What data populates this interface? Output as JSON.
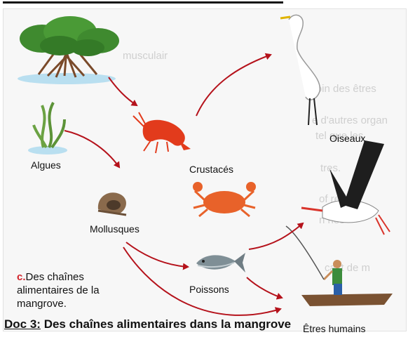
{
  "caption": {
    "letter": "c.",
    "text": "Des chaînes alimentaires de la mangrove."
  },
  "document_title": {
    "label": "Doc 3:",
    "text": " Des chaînes alimentaires dans la mangrove"
  },
  "organisms": {
    "mangrove": "",
    "algues": "Algues",
    "crustaces": "Crustacés",
    "mollusques": "Mollusques",
    "poissons": "Poissons",
    "oiseaux": "Oiseaux",
    "etres_humains": "Êtres humains"
  },
  "colors": {
    "arrow": "#b5121b",
    "mangrove_leaves": "#3f8a2f",
    "water": "#b9dff0"
  }
}
